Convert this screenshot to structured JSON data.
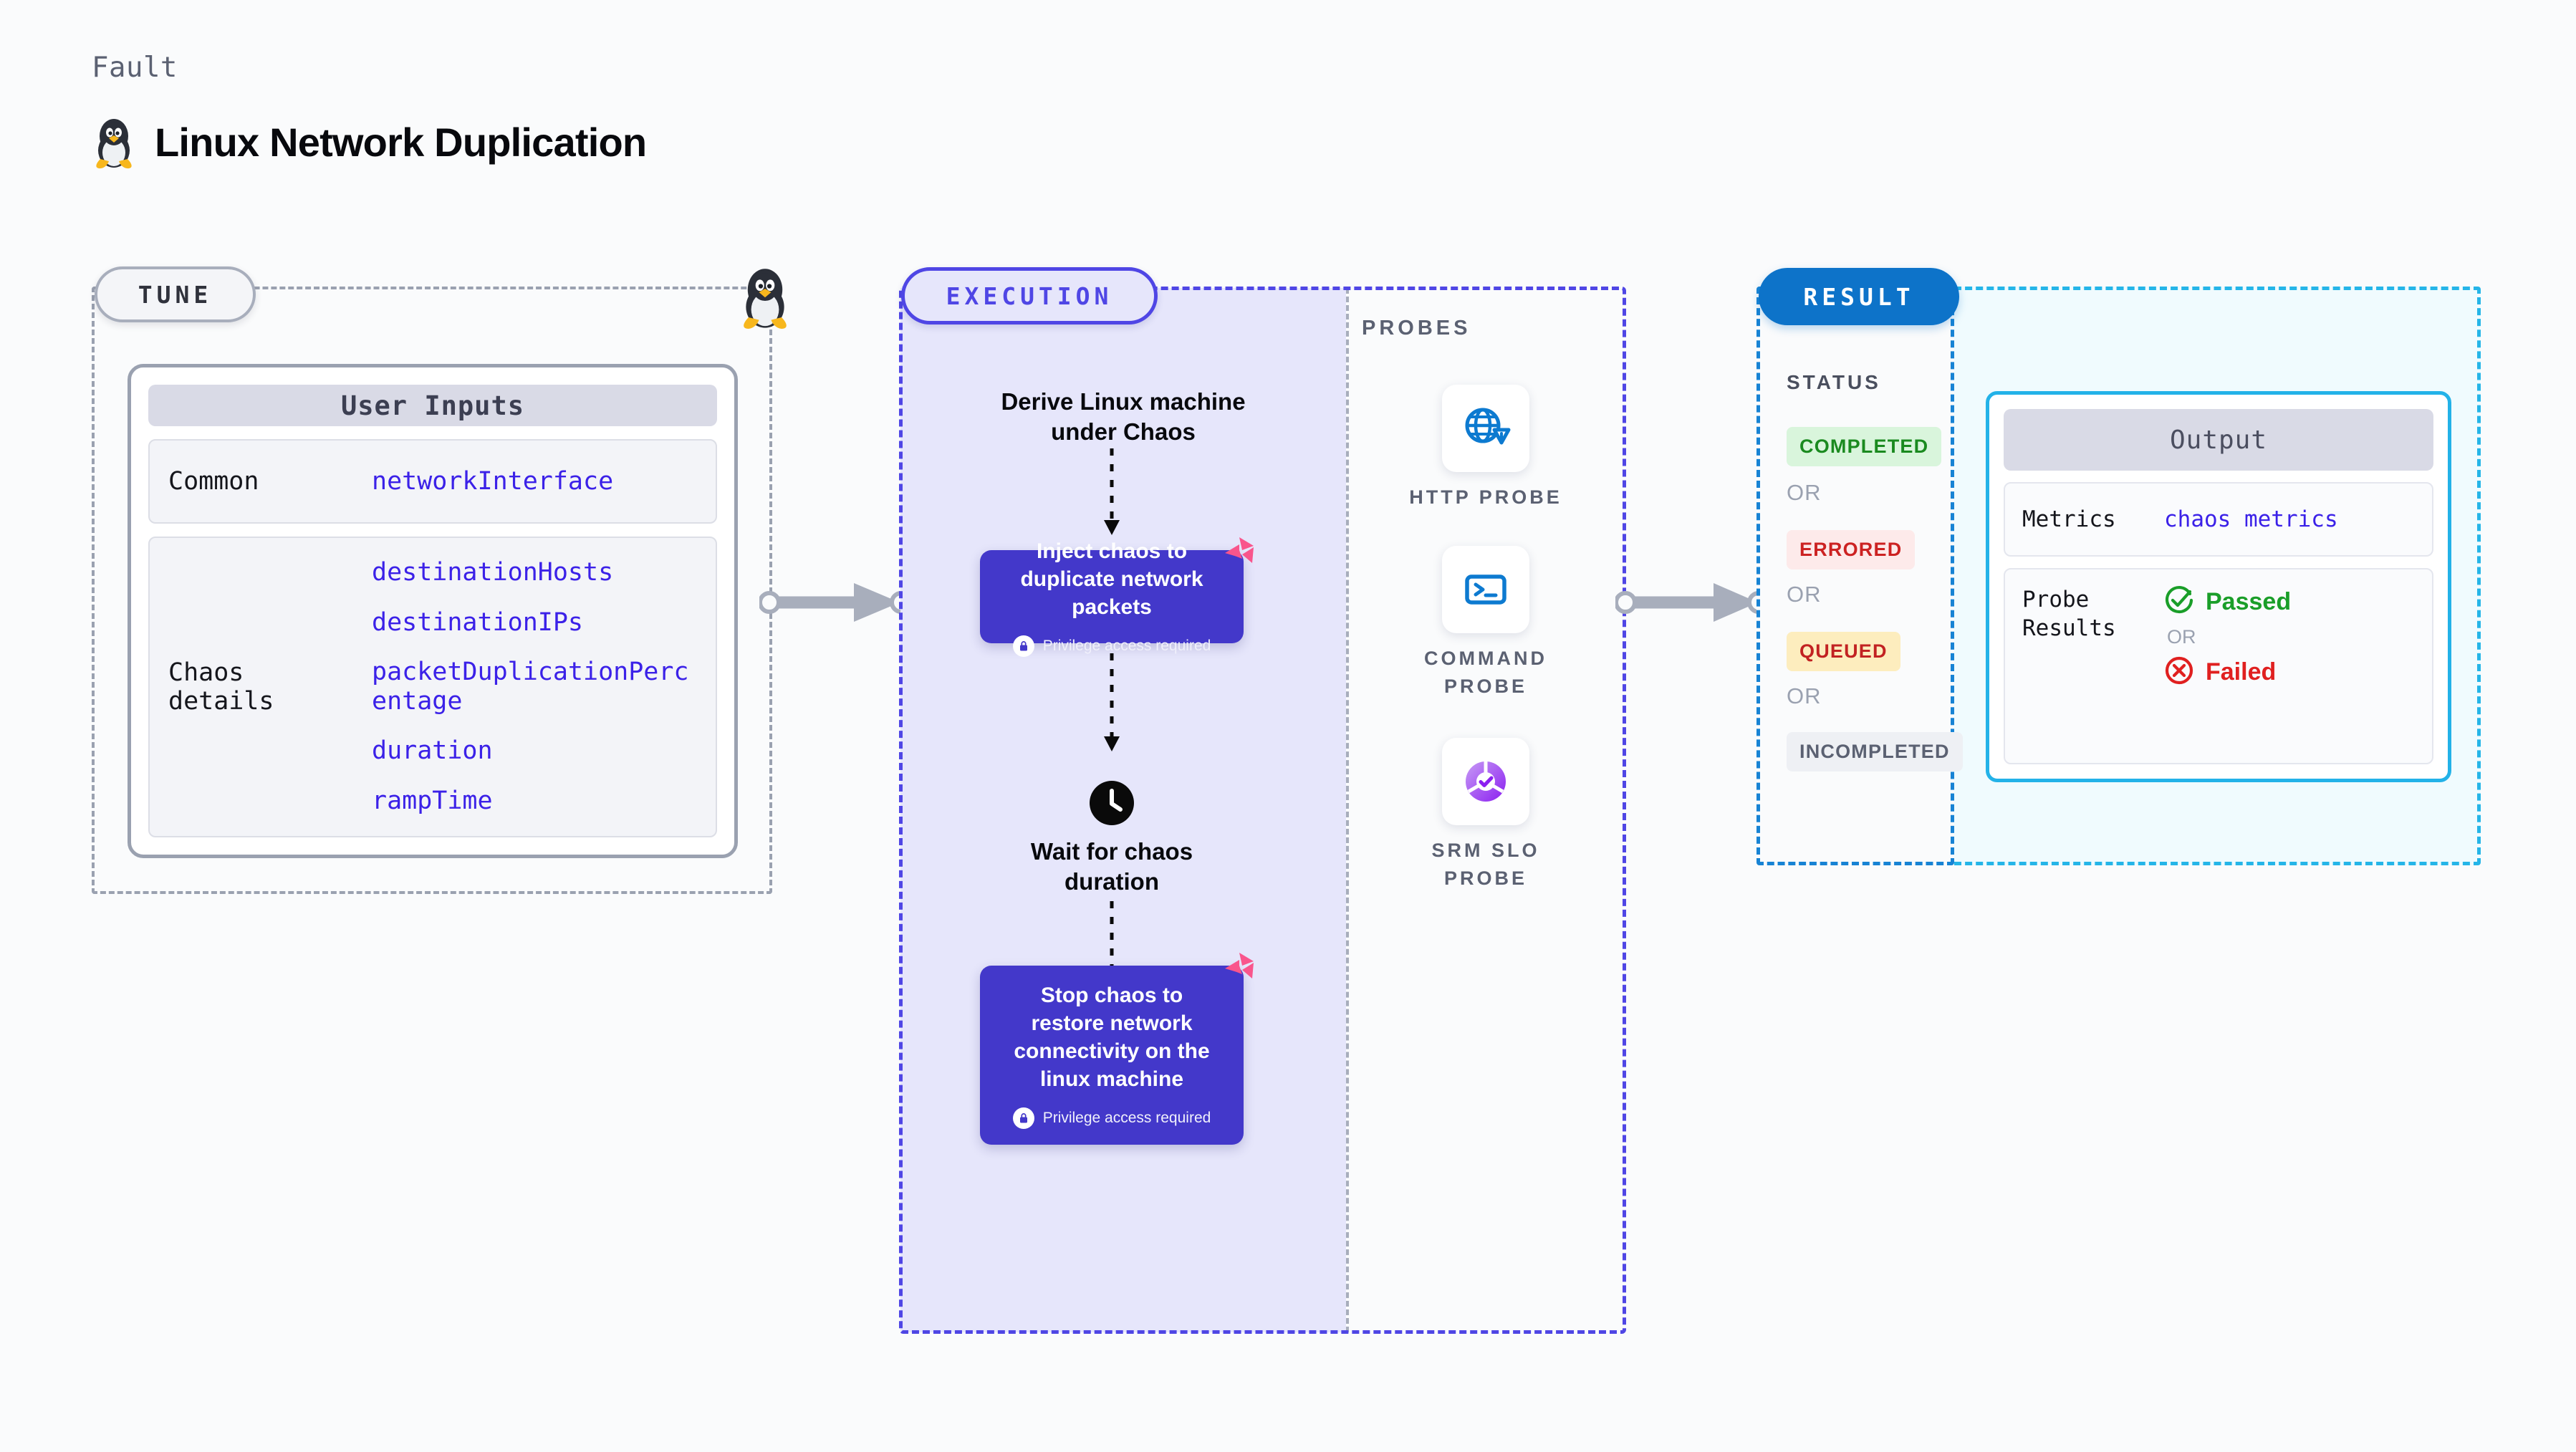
{
  "header": {
    "kicker": "Fault",
    "title": "Linux Network Duplication",
    "icon": "linux-tux-icon"
  },
  "tune": {
    "pill_label": "TUNE",
    "icon": "linux-tux-icon",
    "card": {
      "header": "User Inputs",
      "rows": [
        {
          "key": "Common",
          "values": [
            "networkInterface"
          ]
        },
        {
          "key": "Chaos details",
          "values": [
            "destinationHosts",
            "destinationIPs",
            "packetDuplicationPercentage",
            "duration",
            "rampTime"
          ]
        }
      ]
    }
  },
  "execution": {
    "pill_label": "EXECUTION",
    "steps": [
      {
        "type": "title",
        "text": "Derive Linux machine\nunder Chaos"
      },
      {
        "type": "card",
        "text": "Inject chaos to duplicate network packets",
        "privilege": "Privilege access required",
        "badge": "litmus-logo-icon",
        "lock": "lock-icon"
      },
      {
        "type": "clock",
        "icon": "clock-icon",
        "text": "Wait for chaos\nduration"
      },
      {
        "type": "card",
        "text": "Stop chaos to restore network connectivity on the linux machine",
        "privilege": "Privilege access required",
        "badge": "litmus-logo-icon",
        "lock": "lock-icon"
      }
    ]
  },
  "probes": {
    "title": "PROBES",
    "items": [
      {
        "label": "HTTP PROBE",
        "icon": "globe-warning-icon"
      },
      {
        "label": "COMMAND\nPROBE",
        "icon": "terminal-icon"
      },
      {
        "label": "SRM SLO\nPROBE",
        "icon": "srm-slo-donut-icon"
      }
    ]
  },
  "result": {
    "pill_label": "RESULT",
    "status_title": "STATUS",
    "or_label": "OR",
    "statuses": [
      {
        "label": "COMPLETED",
        "bg": "#d9f5dc",
        "fg": "#1a8a1f"
      },
      {
        "label": "ERRORED",
        "bg": "#fdeaea",
        "fg": "#cc2222"
      },
      {
        "label": "QUEUED",
        "bg": "#fdedbe",
        "fg": "#c22222"
      },
      {
        "label": "INCOMPLETED",
        "bg": "#eef0f4",
        "fg": "#5b6172"
      }
    ],
    "output": {
      "header": "Output",
      "metrics_key": "Metrics",
      "metrics_value": "chaos metrics",
      "probe_results_key": "Probe\nResults",
      "passed_label": "Passed",
      "failed_label": "Failed",
      "or_label": "OR",
      "passed_icon": "check-circle-icon",
      "failed_icon": "x-circle-icon"
    }
  },
  "colors": {
    "background": "#fafbfc",
    "execution_purple": "#4f46e5",
    "execution_fill": "#e6e6fb",
    "card_purple": "#4338ca",
    "result_blue": "#0d73c9",
    "output_cyan": "#23b2e8",
    "output_fill": "#f0fbfe",
    "tune_gray": "#9aa1b0",
    "value_blue": "#3b21e8",
    "litmus_pink": "#f9558c",
    "probe_blue": "#0d7ad0",
    "passed_green": "#1a9e29",
    "failed_red": "#e02020"
  },
  "arrows": [
    {
      "name": "tune-to-execution"
    },
    {
      "name": "probes-to-result"
    }
  ]
}
